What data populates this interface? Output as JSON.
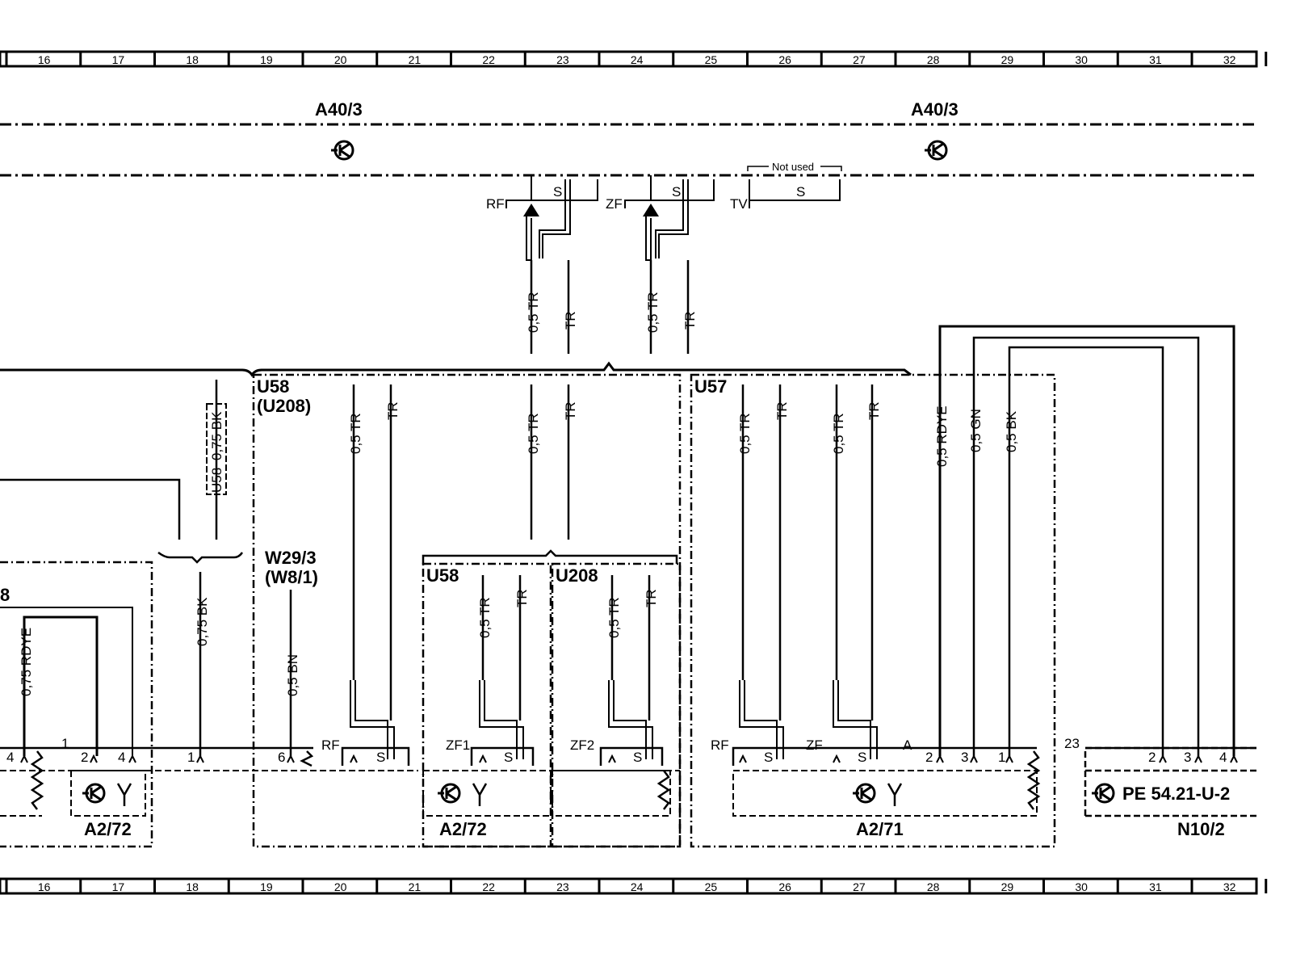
{
  "ruler": [
    "16",
    "17",
    "18",
    "19",
    "20",
    "21",
    "22",
    "23",
    "24",
    "25",
    "26",
    "27",
    "28",
    "29",
    "30",
    "31",
    "32"
  ],
  "components": {
    "a40_3_left": "A40/3",
    "a40_3_right": "A40/3",
    "not_used": "Not used",
    "u58_top": "U58",
    "u208_top": "(U208)",
    "u57": "U57",
    "w29_3": "W29/3",
    "w8_1": "(W8/1)",
    "u58_low": "U58",
    "u208_low": "U208",
    "left_cut": "8",
    "a2_72_left": "A2/72",
    "a2_72_mid": "A2/72",
    "a2_71": "A2/71",
    "n10_2": "N10/2",
    "pe_ref": "PE  54.21-U-2",
    "shield_u58": "U58",
    "rf_top": "RF",
    "zf_top": "ZF",
    "tv_top": "TV",
    "s_top1": "S",
    "s_top2": "S",
    "s_top3": "S"
  },
  "wires": {
    "w_0_5_tr": "0,5 TR",
    "w_tr": "TR",
    "w_0_75_bk": "0,75 BK",
    "w_0_75_rdye": "0,75 RDYE",
    "w_0_5_bn": "0,5 BN",
    "w_0_5_rdye": "0,5 RDYE",
    "w_0_5_gn": "0,5 GN",
    "w_0_5_bk": "0,5 BK"
  },
  "pins": {
    "p4a": "4",
    "p1": "1",
    "p2a": "2",
    "p4b": "4",
    "p1b": "1",
    "p6": "6",
    "rf1": "RF",
    "s1": "S",
    "zf1": "ZF1",
    "s2": "S",
    "zf2": "ZF2",
    "s3": "S",
    "rf2": "RF",
    "s4": "S",
    "zf": "ZF",
    "s5": "S",
    "a": "A",
    "p2c": "2",
    "p3c": "3",
    "p1c": "1",
    "p23": "23",
    "p2d": "2",
    "p3d": "3",
    "p4d": "4"
  }
}
